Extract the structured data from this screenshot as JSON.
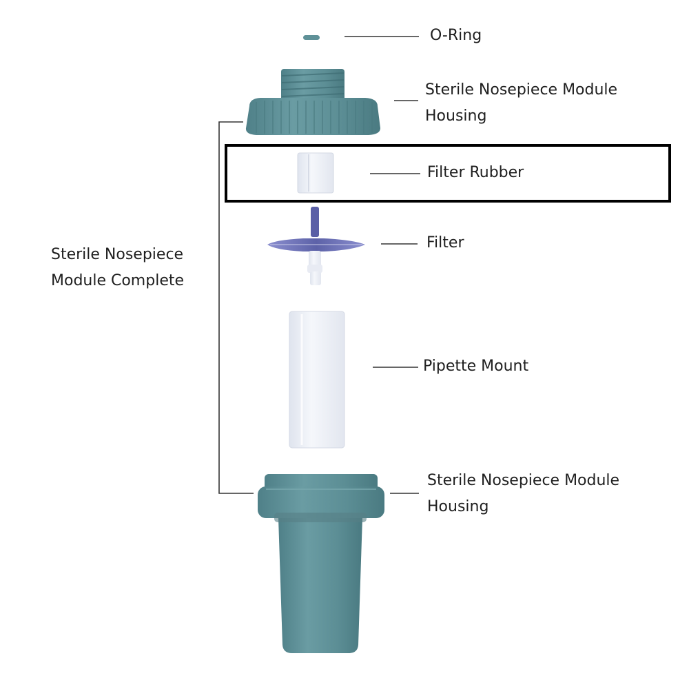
{
  "labels": {
    "o_ring": "O-Ring",
    "housing_top": {
      "line1": "Sterile Nosepiece Module",
      "line2": "Housing"
    },
    "filter_rubber": "Filter Rubber",
    "filter": "Filter",
    "pipette_mount": "Pipette Mount",
    "housing_bottom": {
      "line1": "Sterile Nosepiece Module",
      "line2": "Housing"
    },
    "module_complete": {
      "line1": "Sterile Nosepiece",
      "line2": "Module Complete"
    }
  },
  "colors": {
    "housing": "#5f9198",
    "housing_dark": "#4d7d84",
    "filter_purple": "#6a6fb2",
    "white_part": "#eef1f7",
    "leader_line": "#333333",
    "highlight_box": "#000000"
  },
  "highlighted_part": "filter_rubber"
}
